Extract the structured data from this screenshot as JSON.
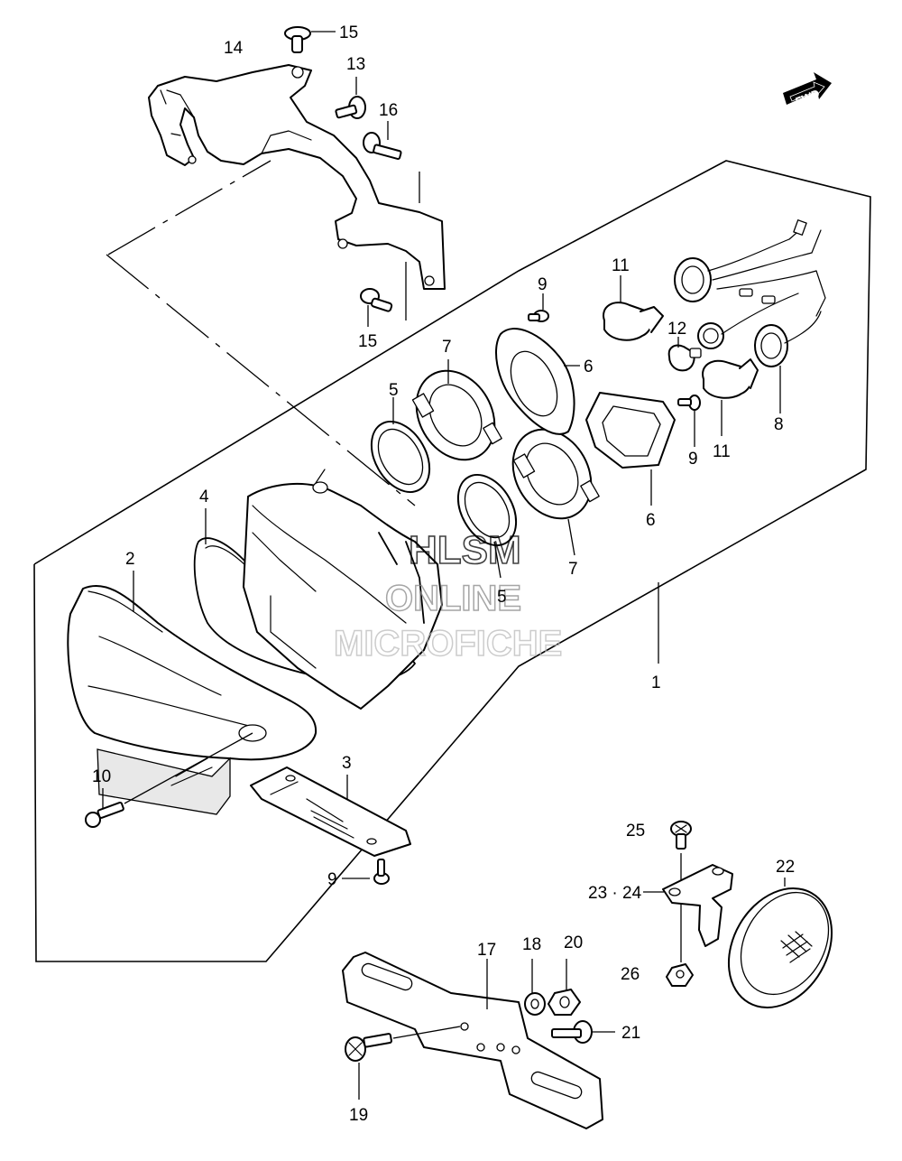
{
  "watermark": {
    "line1": "HLSM",
    "line2": "ONLINE",
    "line3": "MICROFICHE"
  },
  "direction_badge": "FWD",
  "callouts": {
    "c1": "1",
    "c2": "2",
    "c3": "3",
    "c4": "4",
    "c5a": "5",
    "c5b": "5",
    "c6a": "6",
    "c6b": "6",
    "c7a": "7",
    "c7b": "7",
    "c8": "8",
    "c9a": "9",
    "c9b": "9",
    "c9c": "9",
    "c10": "10",
    "c11a": "11",
    "c11b": "11",
    "c12": "12",
    "c13": "13",
    "c14": "14",
    "c15a": "15",
    "c15b": "15",
    "c16": "16",
    "c17": "17",
    "c18": "18",
    "c19": "19",
    "c20": "20",
    "c21": "21",
    "c22": "22",
    "c23_24": "23 · 24",
    "c25": "25",
    "c26": "26"
  }
}
